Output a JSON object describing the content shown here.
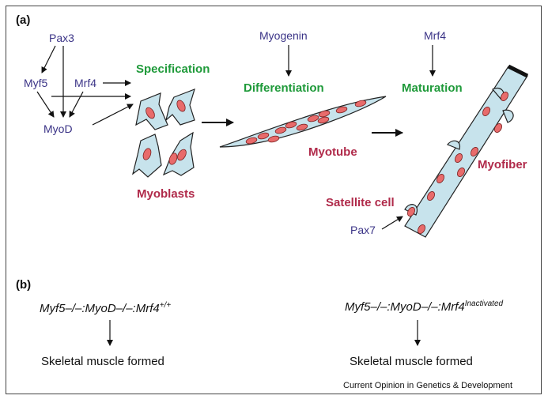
{
  "panel_a": {
    "label": "(a)",
    "genes": {
      "pax3": "Pax3",
      "myf5": "Myf5",
      "mrf4": "Mrf4",
      "myod": "MyoD",
      "myogenin": "Myogenin",
      "mrf4_maturation": "Mrf4",
      "pax7": "Pax7"
    },
    "stages": {
      "specification": "Specification",
      "differentiation": "Differentiation",
      "maturation": "Maturation"
    },
    "cells": {
      "myoblasts": "Myoblasts",
      "myotube": "Myotube",
      "myofiber": "Myofiber",
      "satellite_cell": "Satellite cell"
    }
  },
  "panel_b": {
    "label": "(b)",
    "left": {
      "genotype": "Myf5–/–:MyoD–/–:Mrf4",
      "genotype_sup": "+/+",
      "outcome": "Skeletal muscle formed"
    },
    "right": {
      "genotype": "Myf5–/–:MyoD–/–:Mrf4",
      "genotype_sup": "Inactivated",
      "outcome": "Skeletal muscle formed"
    }
  },
  "credit": "Current Opinion in Genetics & Development",
  "colors": {
    "gene": "#3b3487",
    "stage": "#1f9a3a",
    "cell": "#b02a4a",
    "cytoplasm": "#c7e3ec",
    "nucleus": "#e86b6b"
  }
}
